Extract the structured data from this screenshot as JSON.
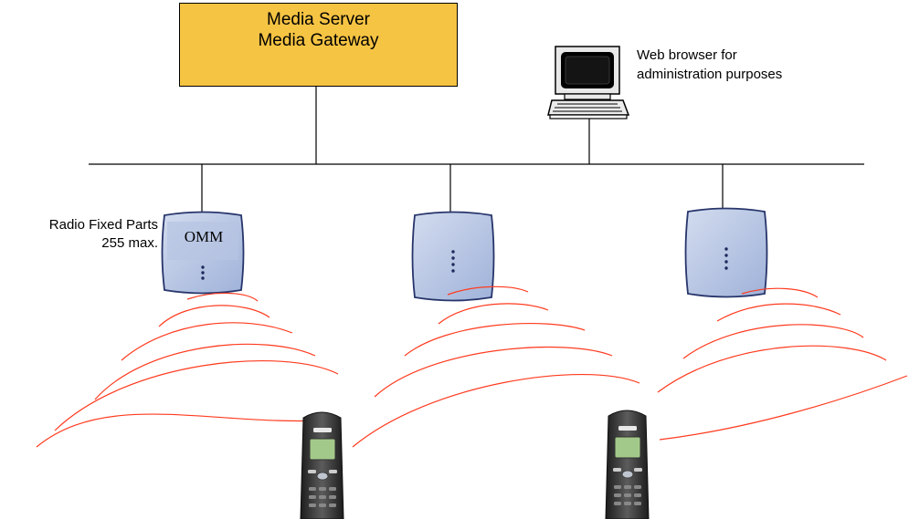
{
  "server": {
    "line1": "Media Server",
    "line2": "Media Gateway",
    "color": "#f6c443"
  },
  "browser": {
    "line1": "Web browser for",
    "line2": "administration purposes",
    "icon": "computer-icon"
  },
  "rfp": {
    "line1": "Radio Fixed Parts",
    "line2": "255 max.",
    "omm": "OMM",
    "color": "#b4c4e2"
  },
  "handset": {
    "icon": "dect-handset-icon"
  },
  "wave_color": "#ff3b1f"
}
